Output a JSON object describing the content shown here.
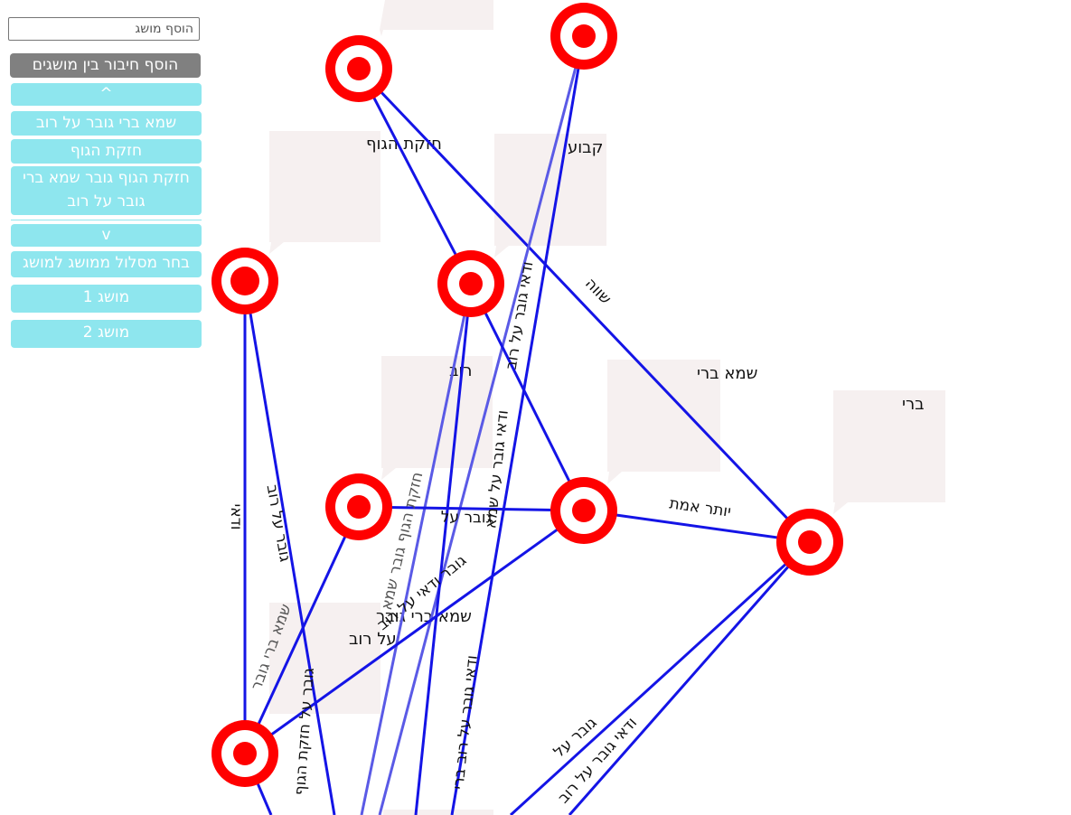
{
  "toolbar": {
    "add_concept_placeholder": "הוסף מושג",
    "add_link_label": "הוסף חיבור בין מושגים",
    "up_arrow": "^",
    "path_items": [
      "שמא ברי גובר על רוב",
      "חזקת הגוף",
      "חזקת הגוף גובר שמא ברי גובר על רוב"
    ],
    "down_arrow": "v",
    "choose_path_label": "בחר מסלול ממושג למושג",
    "concept1_label": "מושג 1",
    "concept2_label": "מושג 2"
  },
  "colors": {
    "node": "#ff0000",
    "edge": "#1414e6",
    "note": "#f6f0f0",
    "panel_button": "#8ee6ee",
    "panel_button_dark": "#808080"
  },
  "concept_notes": [
    "חזקת הגוף",
    "קבוע",
    "רוב",
    "שמא ברי",
    "ברי",
    "שמא ברי גובר על רוב"
  ],
  "edge_labels": [
    "שווה",
    "ודאי",
    "גובר על רוב",
    "גובר על",
    "ודאי גובר על רוב",
    "יותר אמת",
    "שמא ברי גובר",
    "חזקת הגוף גובר שמא",
    "גובר על חזקת הגוף",
    "ודאי גובר על שמא",
    "גובר ודאי על רוב",
    "ודאי גובר על רוב ברי",
    "גובר על",
    "ודאי גובר על רוב"
  ]
}
